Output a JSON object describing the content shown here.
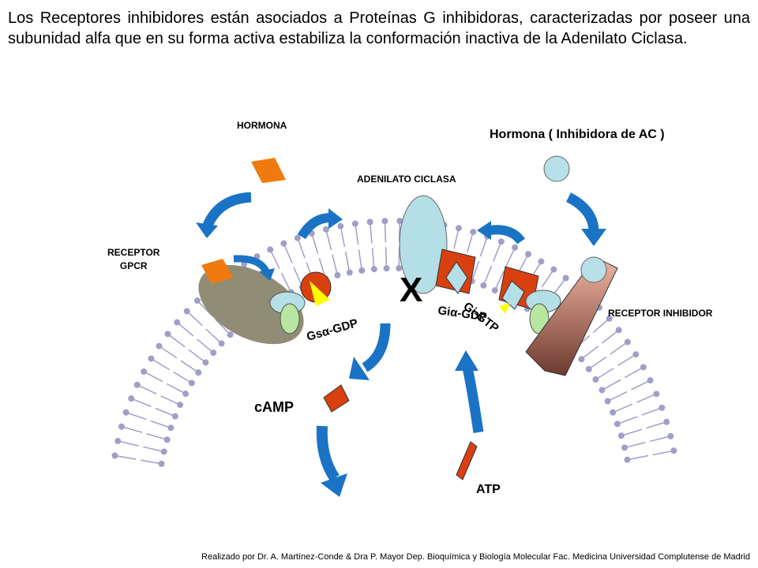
{
  "intro_text": "Los Receptores inhibidores están asociados a Proteínas G inhibidoras, caracterizadas por poseer una subunidad alfa que en su forma activa estabiliza la conformación inactiva de la Adenilato Ciclasa.",
  "labels": {
    "hormona": "HORMONA",
    "hormona_inhibidora": "Hormona ( Inhibidora de AC )",
    "adenilato_ciclasa": "ADENILATO CICLASA",
    "receptor_gpcr_line1": "RECEPTOR",
    "receptor_gpcr_line2": "GPCR",
    "receptor_inhibidor": "RECEPTOR  INHIBIDOR",
    "camp": "cAMP",
    "atp": "ATP",
    "inhibition_mark": "X",
    "gs_gdp": "Gsα-GDP",
    "gi_gdp": "Giα-GDP",
    "gi_gtp": "Gi-GTP"
  },
  "credit": "Realizado por Dr. A. Martínez-Conde  & Dra P. Mayor Dep. Bioquímica y Biología Molecular Fac. Medicina Universidad Complutense de Madrid",
  "colors": {
    "membrane_head": "#9f9fc7",
    "arrow_blue": "#1a73c4",
    "hormone_orange": "#f07a10",
    "inhibitor_hormone": "#b8e0e8",
    "adenylyl_cyclase": "#b4dfe6",
    "receptor_gpcr": "#908c76",
    "receptor_inhibitor": "#c98a7b",
    "gi_alpha_red": "#d9400f",
    "beta_green": "#b8e6a0"
  }
}
